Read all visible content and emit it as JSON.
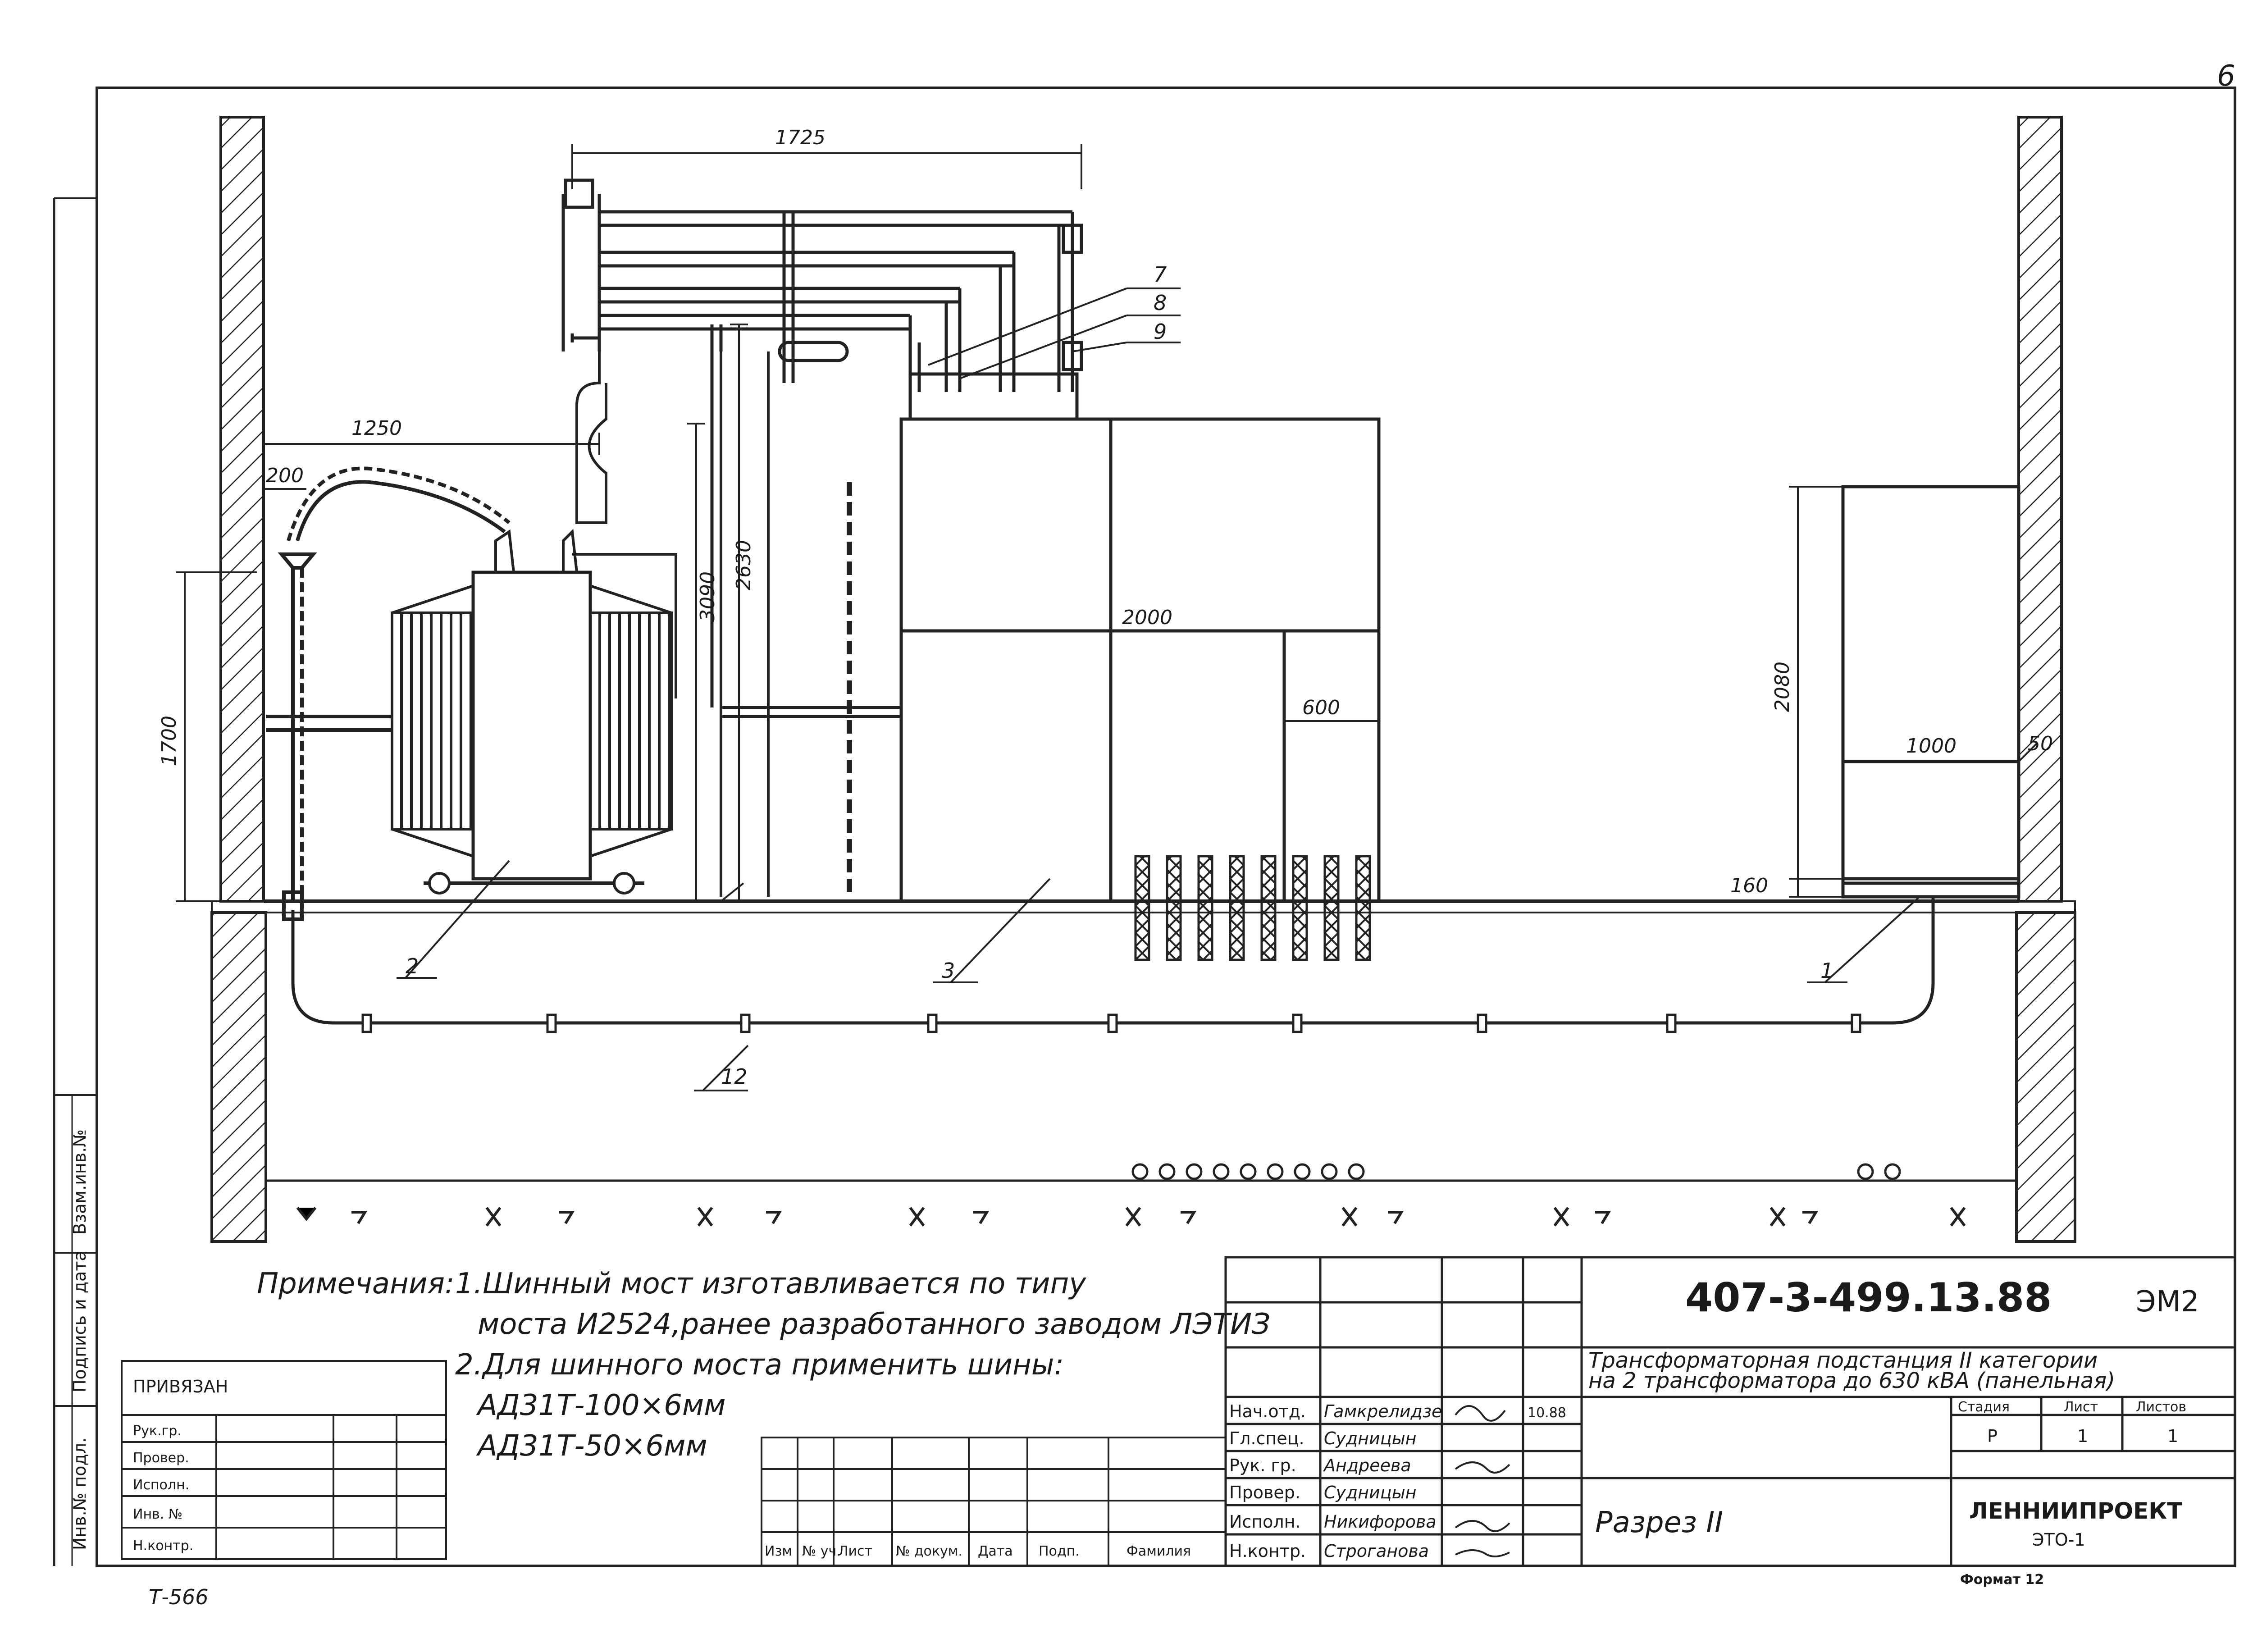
{
  "page_number": "6",
  "dimensions": {
    "d1725": "1725",
    "d1250": "1250",
    "d200": "200",
    "d3090": "3090",
    "d2630": "2630",
    "d1700": "1700",
    "d2000": "2000",
    "d600": "600",
    "d2080": "2080",
    "d1000": "1000",
    "d50": "50",
    "d160": "160"
  },
  "callouts": {
    "c7": "7",
    "c8": "8",
    "c9": "9",
    "c2": "2",
    "c3": "3",
    "c1": "1",
    "c12": "12"
  },
  "notes": {
    "heading": "Примечания:",
    "line1": "1.Шинный мост изготавливается по типу",
    "line2": "моста И2524,ранее разработанного заводом ЛЭТИЗ",
    "line3": "2.Для шинного моста применить шины:",
    "line4": "АД31Т-100×6мм",
    "line5": "АД31Т-50×6мм"
  },
  "side_labels": {
    "s1": "Инв.№ подл.",
    "s2": "Подпись и дата",
    "s3": "Взам.инв.№"
  },
  "binding_table": {
    "title": "ПРИВЯЗАН",
    "rows": [
      "Рук.гр.",
      "Провер.",
      "Исполн.",
      "Инв. №",
      "Н.контр."
    ]
  },
  "revision_headers": [
    "Изм",
    "№ уч.",
    "Лист",
    "№ докум.",
    "Дата",
    "Подп.",
    "Фамилия"
  ],
  "title_block": {
    "code": "407-3-499.13.88",
    "sheet_code": "ЭМ2",
    "description_line1": "Трансформаторная подстанция II категории",
    "description_line2": "на 2 трансформатора до 630 кВА (панельная)",
    "signatures": [
      {
        "role": "Нач.отд.",
        "name": "Гамкрелидзе",
        "date": "10.88"
      },
      {
        "role": "Гл.спец.",
        "name": "Судницын",
        "date": ""
      },
      {
        "role": "Рук. гр.",
        "name": "Андреева",
        "date": ""
      },
      {
        "role": "Провер.",
        "name": "Судницын",
        "date": ""
      },
      {
        "role": "Исполн.",
        "name": "Никифорова",
        "date": ""
      },
      {
        "role": "Н.контр.",
        "name": "Строганова",
        "date": ""
      }
    ],
    "drawing_name": "Разрез II",
    "stage_label": "Стадия",
    "sheet_label": "Лист",
    "sheets_label": "Листов",
    "stage": "Р",
    "sheet": "1",
    "sheets": "1",
    "organization": "ЛЕННИИПРОЕКТ",
    "department": "ЭТО-1",
    "format": "Формат 12"
  },
  "archive_number": "Т-566"
}
